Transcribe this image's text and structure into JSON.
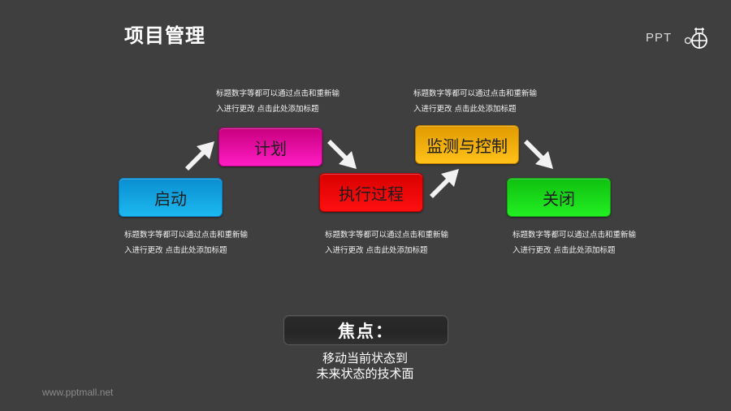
{
  "header": {
    "title": "项目管理"
  },
  "logo": {
    "text": "PPT",
    "icon": "ppt-o-circle-icon"
  },
  "steps": [
    {
      "label": "启动",
      "color_top": "#0a8fd0",
      "color_bottom": "#1cb8f0",
      "description_line1": "标题数字等都可以通过点击和重新输",
      "description_line2": "入进行更改 点击此处添加标题"
    },
    {
      "label": "计划",
      "color_top": "#c8007e",
      "color_bottom": "#ff1cc4",
      "description_line1": "标题数字等都可以通过点击和重新输",
      "description_line2": "入进行更改 点击此处添加标题"
    },
    {
      "label": "执行过程",
      "color_top": "#d80000",
      "color_bottom": "#ff1010",
      "description_line1": "标题数字等都可以通过点击和重新输",
      "description_line2": "入进行更改 点击此处添加标题"
    },
    {
      "label": "监测与控制",
      "color_top": "#e09a00",
      "color_bottom": "#ffc21a",
      "description_line1": "标题数字等都可以通过点击和重新输",
      "description_line2": "入进行更改 点击此处添加标题"
    },
    {
      "label": "关闭",
      "color_top": "#10c010",
      "color_bottom": "#22ee22",
      "description_line1": "标题数字等都可以通过点击和重新输",
      "description_line2": "入进行更改 点击此处添加标题"
    }
  ],
  "arrows": [
    {
      "direction": "up-right",
      "from": "启动",
      "to": "计划"
    },
    {
      "direction": "down-right",
      "from": "计划",
      "to": "执行过程"
    },
    {
      "direction": "up-right",
      "from": "执行过程",
      "to": "监测与控制"
    },
    {
      "direction": "down-right",
      "from": "监测与控制",
      "to": "关闭"
    }
  ],
  "focus": {
    "label": "焦点：",
    "line1": "移动当前状态到",
    "line2": "未来状态的技术面"
  },
  "footer": {
    "watermark": "www.pptmall.net"
  },
  "colors": {
    "background": "#3f3f3f",
    "arrow": "#f2f2f2",
    "text": "#ffffff"
  }
}
